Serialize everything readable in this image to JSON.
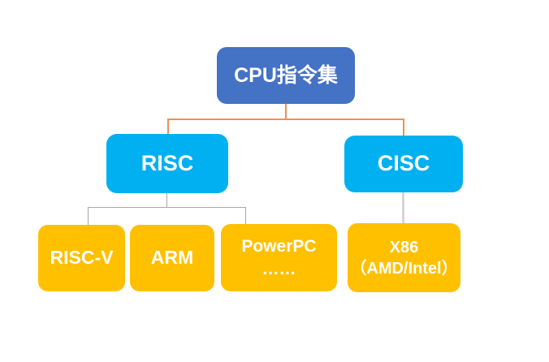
{
  "diagram": {
    "root": {
      "label": "CPU指令集"
    },
    "branches": {
      "risc": {
        "label": "RISC"
      },
      "cisc": {
        "label": "CISC"
      }
    },
    "leaves": {
      "riscv": {
        "label": "RISC-V"
      },
      "arm": {
        "label": "ARM"
      },
      "powerpc": {
        "line1": "PowerPC",
        "line2": "……"
      },
      "x86": {
        "line1": "X86",
        "line2": "（AMD/Intel）"
      }
    },
    "colors": {
      "root_fill": "#4472C4",
      "branch_fill": "#00B0F0",
      "leaf_fill": "#FFC000",
      "connector_root_level": "#ED7D31",
      "connector_risc_level": "#A6A6A6",
      "connector_cisc_level": "#D6D6D6",
      "text": "#FFFFFF",
      "background": "#FFFFFF"
    }
  }
}
